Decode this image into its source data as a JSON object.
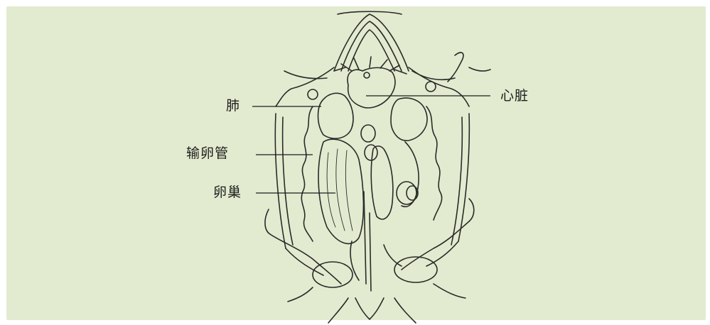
{
  "labels": {
    "lung": "肺",
    "heart": "心脏",
    "oviduct": "输卵管",
    "ovary": "卵巢"
  },
  "colors": {
    "background": "#e2ebcf",
    "ink": "#2a2a2a"
  }
}
